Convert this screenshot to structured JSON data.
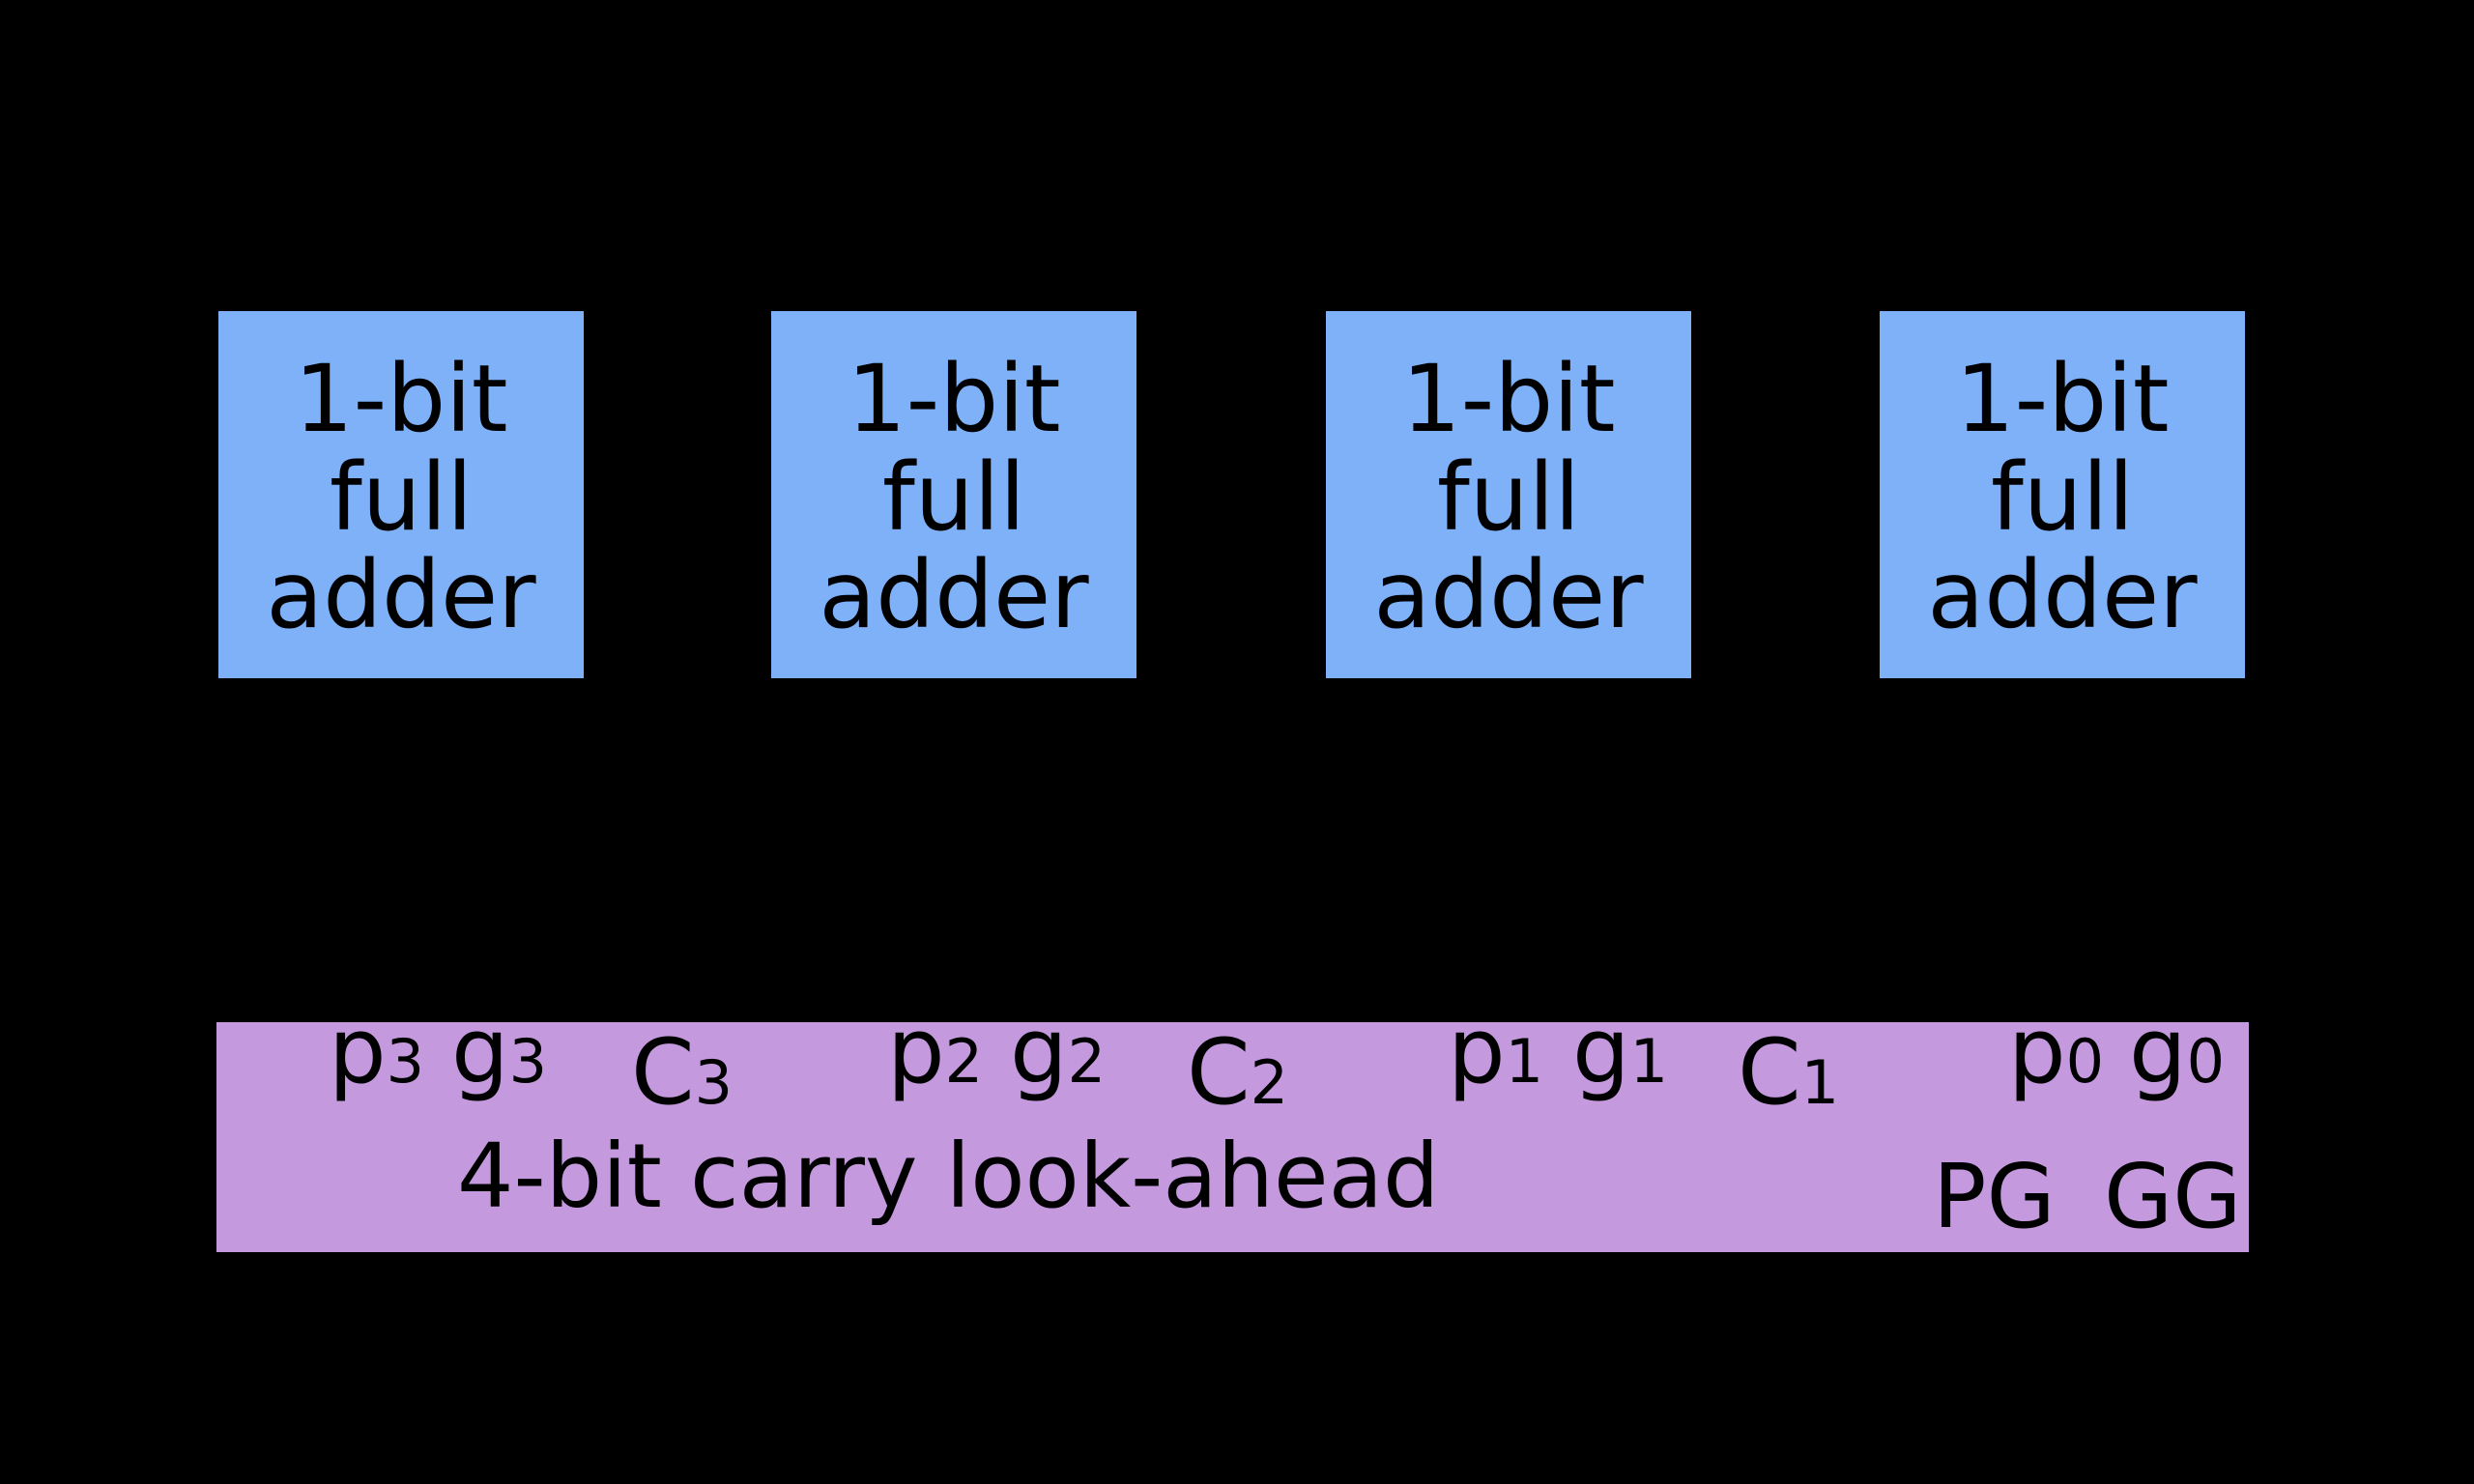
{
  "colors": {
    "background": "#000000",
    "adder_fill": "#7eb1f8",
    "cla_fill": "#c499de",
    "text": "#000000"
  },
  "adder_label_lines": [
    "1-bit",
    "full",
    "adder"
  ],
  "cla": {
    "label": "4-bit carry look-ahead",
    "outputs": {
      "pg": "PG",
      "gg": "GG"
    },
    "signals": [
      {
        "base": "p",
        "sub": "3"
      },
      {
        "base": "g",
        "sub": "3"
      },
      {
        "base": "C",
        "sub": "3"
      },
      {
        "base": "p",
        "sub": "2"
      },
      {
        "base": "g",
        "sub": "2"
      },
      {
        "base": "C",
        "sub": "2"
      },
      {
        "base": "p",
        "sub": "1"
      },
      {
        "base": "g",
        "sub": "1"
      },
      {
        "base": "C",
        "sub": "1"
      },
      {
        "base": "p",
        "sub": "0"
      },
      {
        "base": "g",
        "sub": "0"
      }
    ]
  }
}
